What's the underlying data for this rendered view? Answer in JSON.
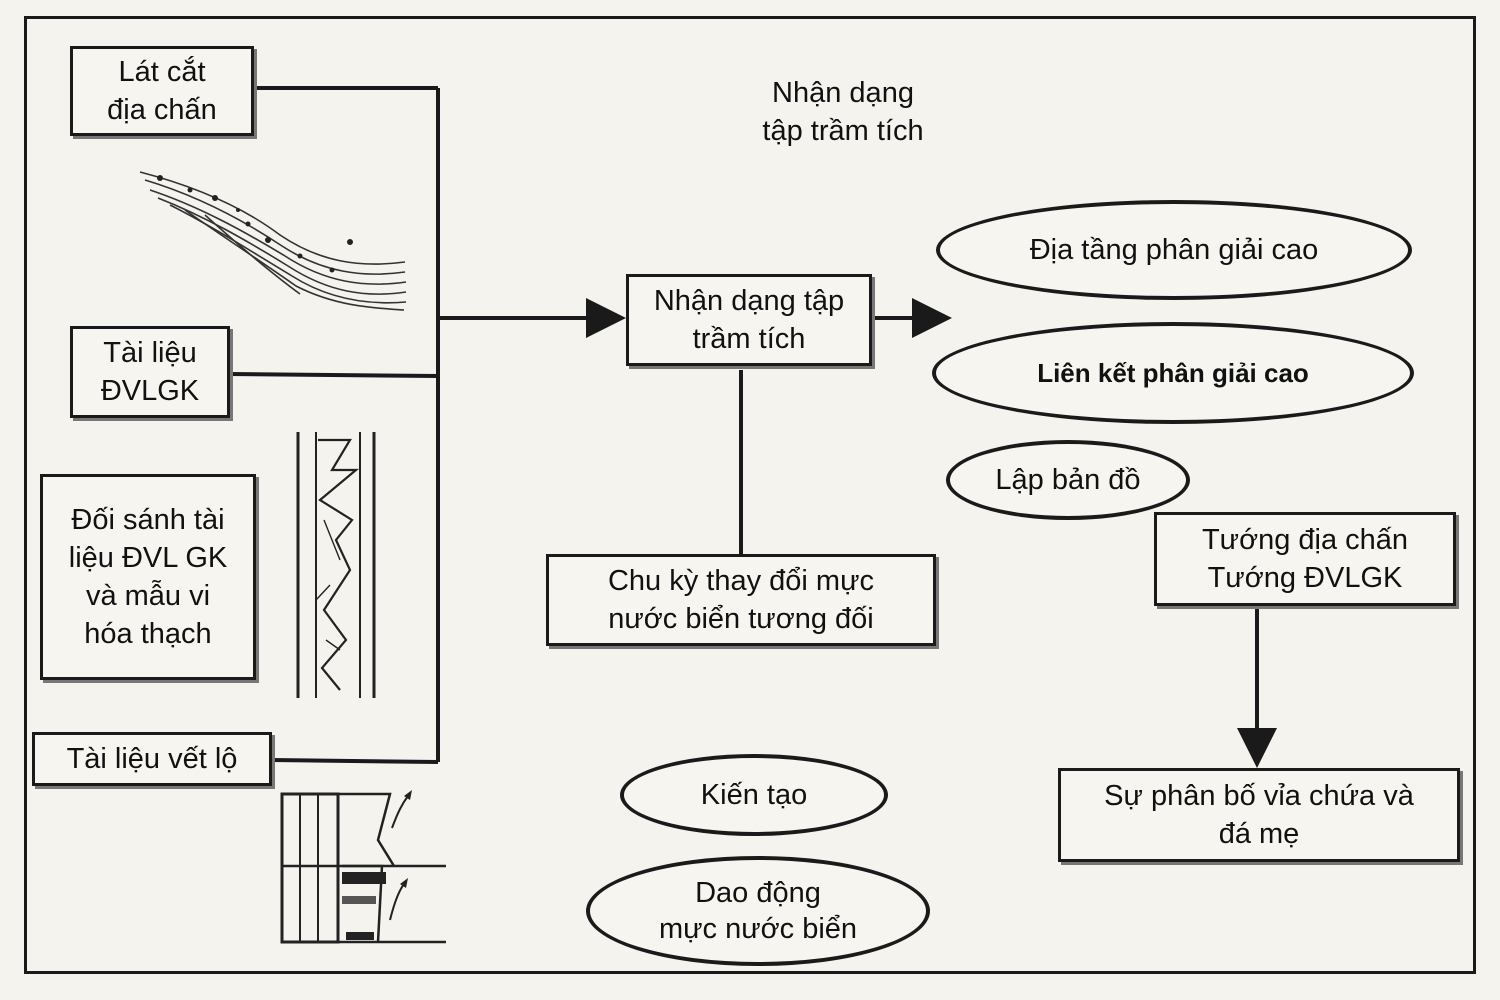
{
  "inputs": {
    "seismic_section": "Lát cắt\nđịa chấn",
    "well_log_data": "Tài liệu\nĐVLGK",
    "correlation": "Đối sánh tài\nliệu ĐVL GK\nvà mẫu vi\nhóa thạch",
    "outcrop_data": "Tài liệu vết lộ"
  },
  "top_label": "Nhận dạng\ntập trầm tích",
  "center": {
    "sequence_identification": "Nhận dạng tập\ntrầm tích",
    "sea_level_cycle": "Chu kỳ thay đổi mực\nnước biển tương đối"
  },
  "factors": {
    "tectonics": "Kiến tạo",
    "sea_level_oscillation": "Dao động\nmực nước biển"
  },
  "outputs": {
    "high_res_stratigraphy": "Địa tầng phân giải cao",
    "high_res_correlation": "Liên kết phân giải cao",
    "mapping": "Lập bản đồ",
    "facies": "Tướng địa chấn\nTướng ĐVLGK",
    "distribution": "Sự phân bố vỉa chứa và\nđá mẹ"
  },
  "colors": {
    "line": "#1a1a1a",
    "paper": "#f4f3ee"
  }
}
